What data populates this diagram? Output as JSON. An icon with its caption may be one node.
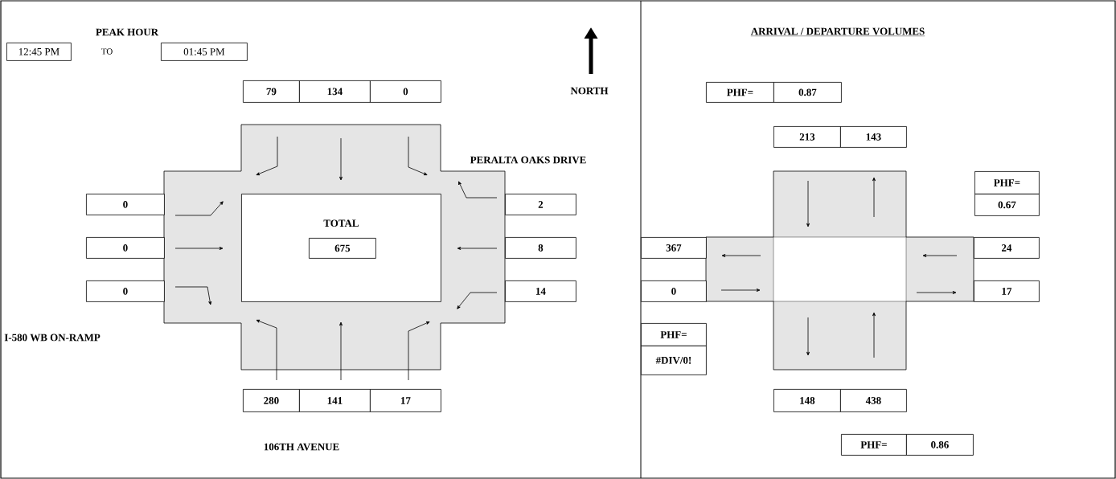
{
  "diagram": {
    "title": "ARRIVAL / DEPARTURE VOLUMES",
    "nodes": [
      {
        "text": [
          "12:45 PM"
        ]
      },
      {
        "text": [
          "01:45 PM"
        ]
      },
      {
        "text": [
          "79"
        ]
      },
      {
        "text": [
          "134"
        ]
      },
      {
        "text": [
          "0"
        ]
      },
      {
        "text": [
          "PHF="
        ]
      },
      {
        "text": [
          "0.87"
        ]
      },
      {
        "text": [
          "213"
        ]
      },
      {
        "text": [
          "143"
        ]
      },
      {
        "text": [
          "PHF="
        ]
      },
      {
        "text": [
          "0.67"
        ]
      },
      {
        "text": [
          "0"
        ]
      },
      {
        "text": [
          "2"
        ]
      },
      {
        "text": [
          "TOTAL"
        ]
      },
      {
        "text": [
          "675"
        ],
        "in": 13
      },
      {
        "text": [
          "0"
        ]
      },
      {
        "text": [
          "8"
        ]
      },
      {
        "text": [
          "367"
        ]
      },
      {
        "text": [
          "24"
        ]
      },
      {
        "text": [
          "0"
        ]
      },
      {
        "text": [
          "14"
        ]
      },
      {
        "text": [
          "0"
        ]
      },
      {
        "text": [
          "17"
        ]
      },
      {
        "text": [
          "PHF="
        ]
      },
      {
        "text": [
          "#DIV/0!"
        ]
      },
      {
        "text": [
          "280"
        ]
      },
      {
        "text": [
          "141"
        ]
      },
      {
        "text": [
          "17"
        ]
      },
      {
        "text": [
          "148"
        ]
      },
      {
        "text": [
          "438"
        ]
      },
      {
        "text": [
          "PHF="
        ]
      },
      {
        "text": [
          "0.86"
        ]
      }
    ],
    "labels": [
      "PEAK HOUR",
      "TO",
      "NORTH",
      "PERALTA OAKS DRIVE",
      "I-580 WB ON-RAMP",
      "106TH AVENUE"
    ]
  }
}
